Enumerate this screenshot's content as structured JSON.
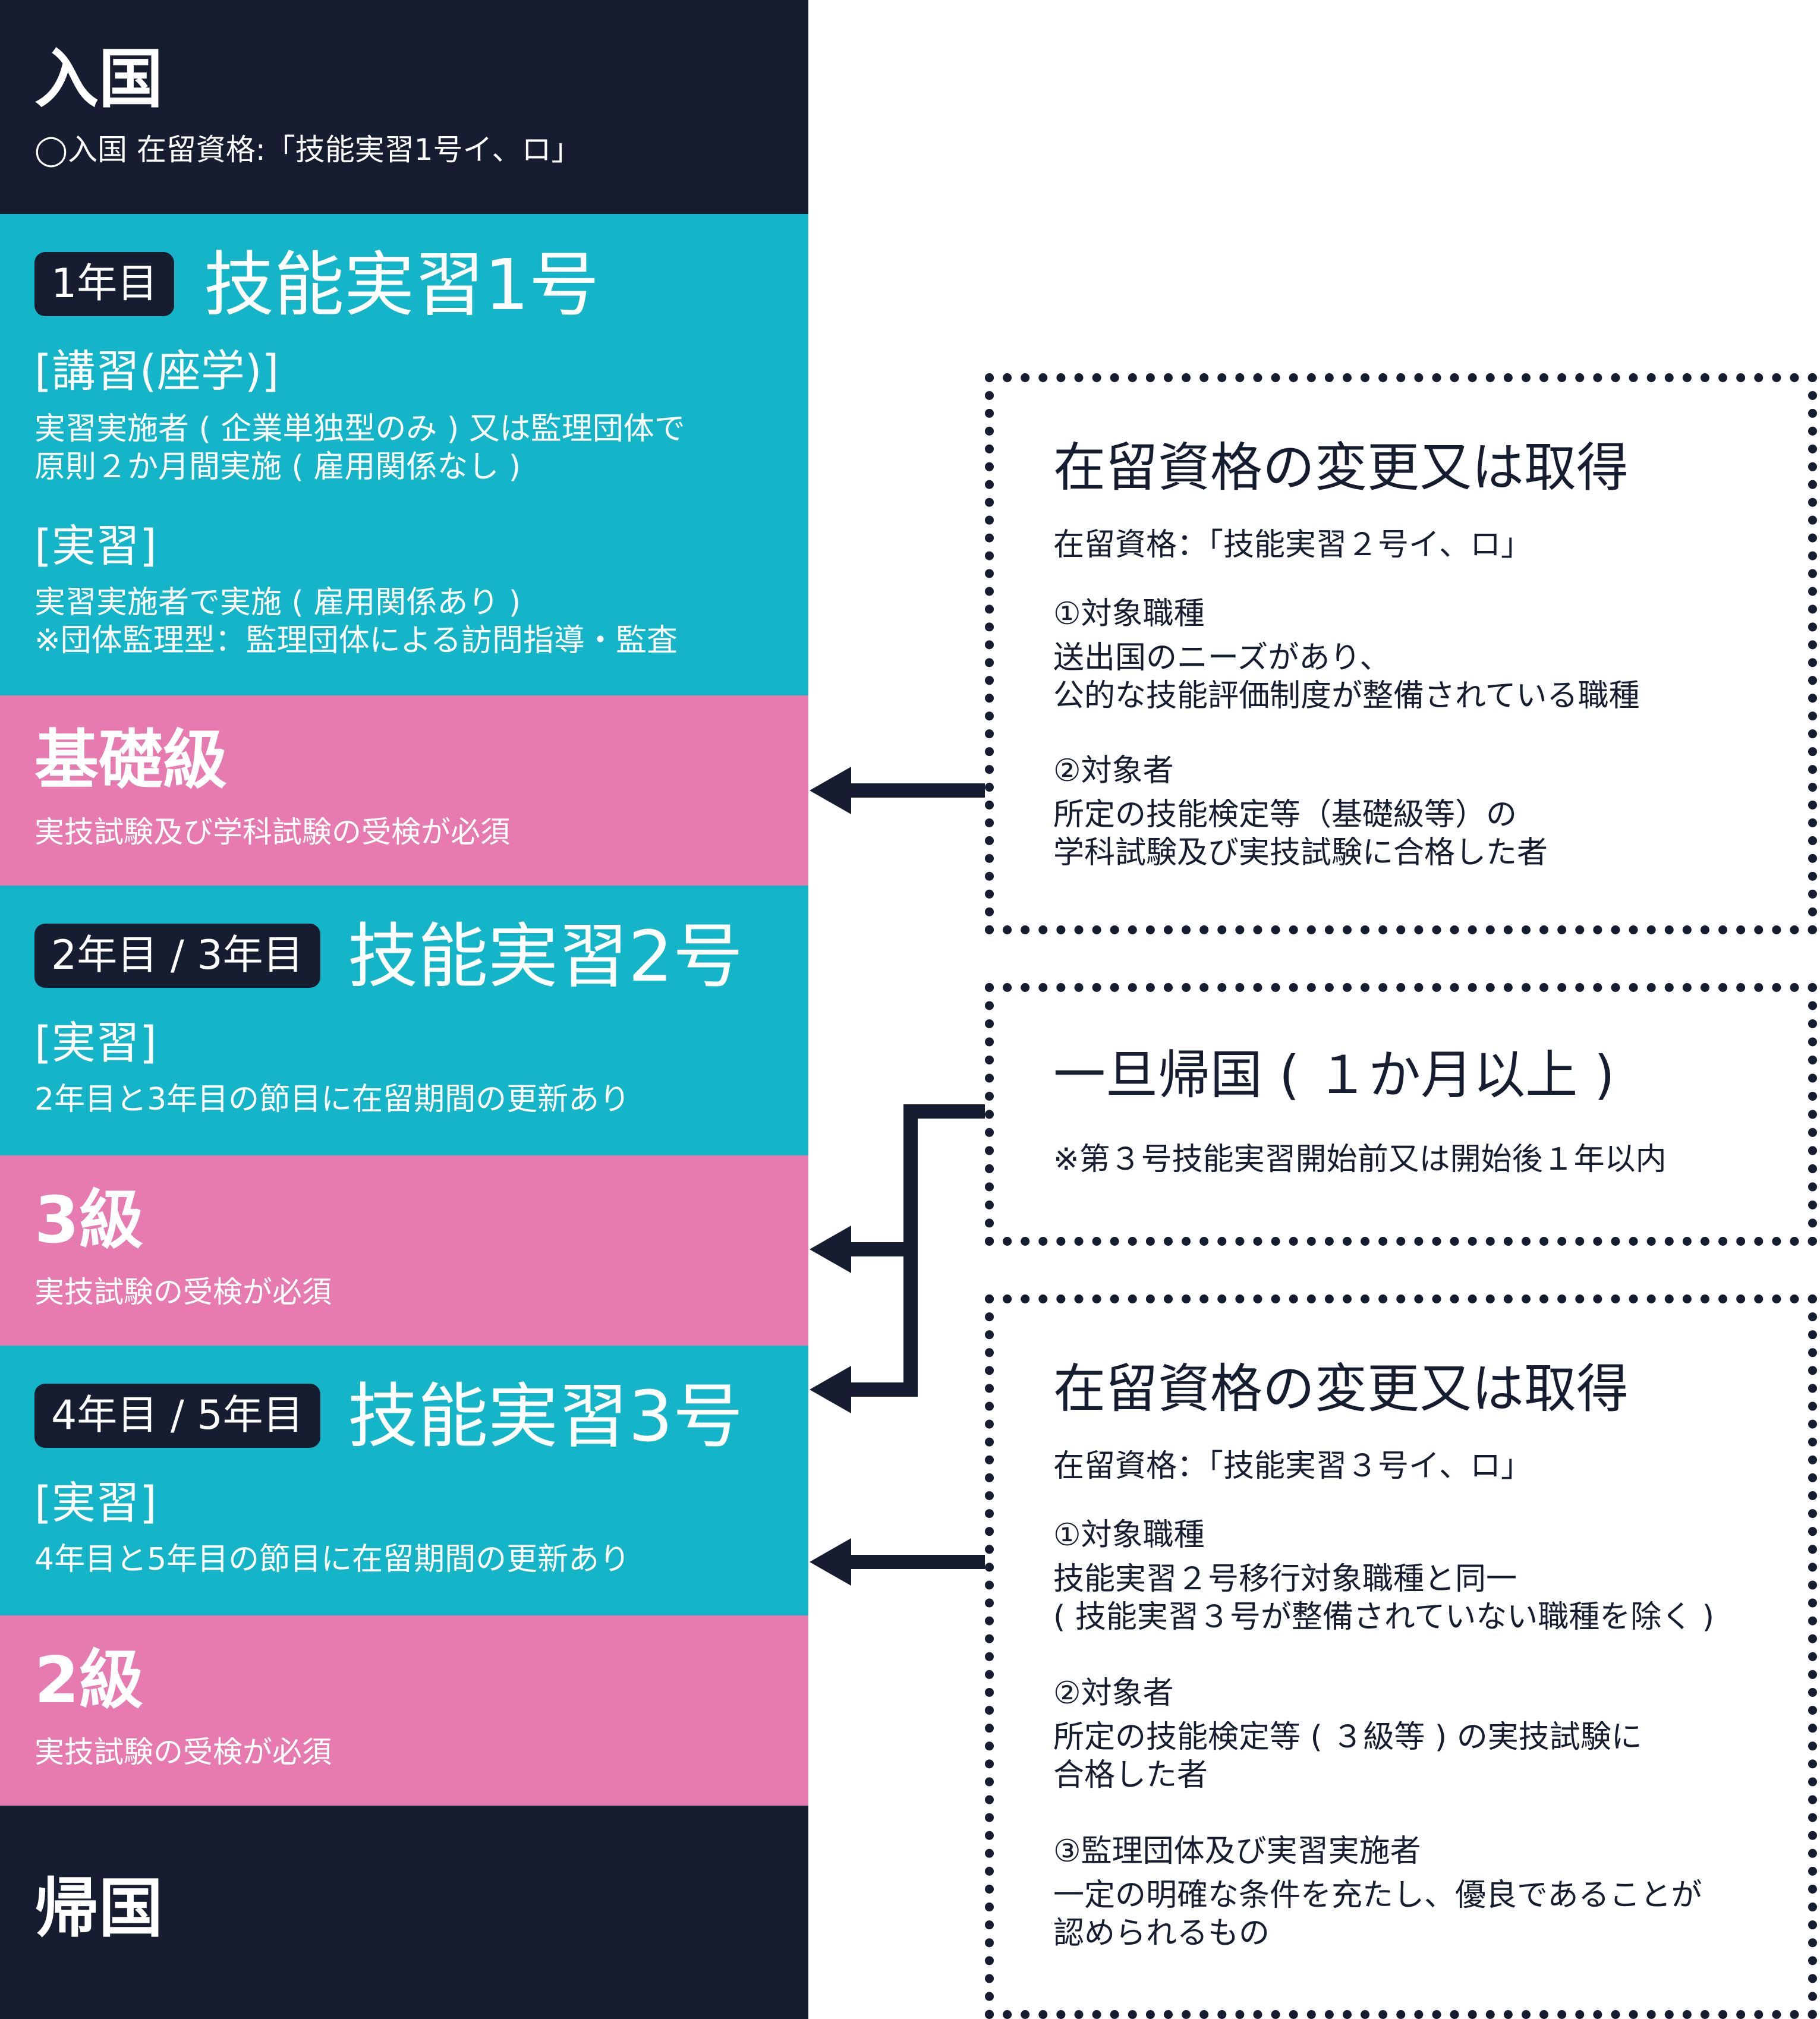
{
  "entry": {
    "title": "入国",
    "subtitle": "◯入国 在留資格:「技能実習1号イ、ロ」"
  },
  "stage1": {
    "badge": "1年目",
    "title": "技能実習1号",
    "s1_label": "[講習(座学)]",
    "s1_text": "実習実施者 ( 企業単独型のみ ) 又は監理団体で\n原則２か月間実施 ( 雇用関係なし )",
    "s2_label": "[実習]",
    "s2_text": "実習実施者で実施 ( 雇用関係あり )\n※団体監理型：監理団体による訪問指導・監査"
  },
  "exam1": {
    "title": "基礎級",
    "text": "実技試験及び学科試験の受検が必須"
  },
  "stage2": {
    "badge": "2年目 / 3年目",
    "title": "技能実習2号",
    "s_label": "[実習]",
    "s_text": "2年目と3年目の節目に在留期間の更新あり"
  },
  "exam2": {
    "title": "3級",
    "text": "実技試験の受検が必須"
  },
  "stage3": {
    "badge": "4年目 / 5年目",
    "title": "技能実習3号",
    "s_label": "[実習]",
    "s_text": "4年目と5年目の節目に在留期間の更新あり"
  },
  "exam3": {
    "title": "2級",
    "text": "実技試験の受検が必須"
  },
  "exit": {
    "title": "帰国"
  },
  "box1": {
    "title": "在留資格の変更又は取得",
    "status": "在留資格：「技能実習２号イ、ロ」",
    "h1": "①対象職種",
    "b1": "送出国のニーズがあり、\n公的な技能評価制度が整備されている職種",
    "h2": "②対象者",
    "b2": "所定の技能検定等（基礎級等）の\n学科試験及び実技試験に合格した者"
  },
  "box2": {
    "title": "一旦帰国 ( １か月以上 )",
    "note": "※第３号技能実習開始前又は開始後１年以内"
  },
  "box3": {
    "title": "在留資格の変更又は取得",
    "status": "在留資格：「技能実習３号イ、ロ」",
    "h1": "①対象職種",
    "b1": "技能実習２号移行対象職種と同一\n( 技能実習３号が整備されていない職種を除く )",
    "h2": "②対象者",
    "b2": "所定の技能検定等 ( ３級等 ) の実技試験に\n合格した者",
    "h3": "③監理団体及び実習実施者",
    "b3": "一定の明確な条件を充たし、優良であることが\n認められるもの"
  },
  "colors": {
    "navy": "#161d31",
    "teal": "#14b5c9",
    "pink": "#e77aae"
  }
}
